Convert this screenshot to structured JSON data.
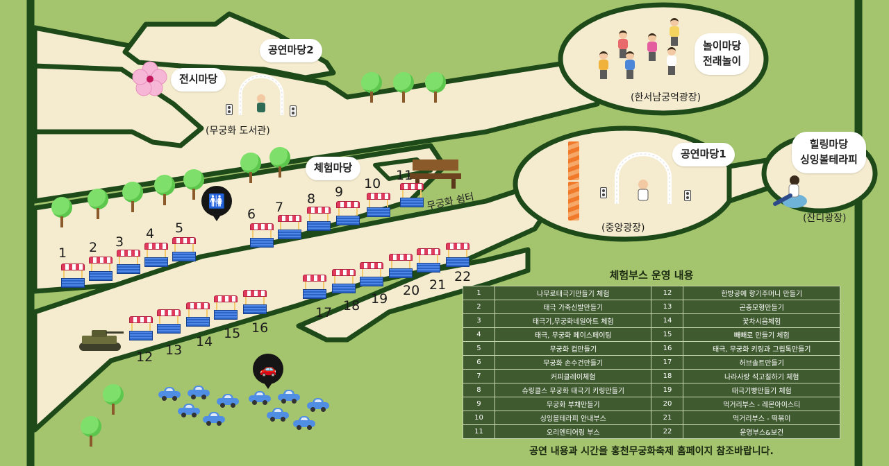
{
  "zones": {
    "exhibition": "전시마당",
    "stage2": "공연마당2",
    "library": "(무궁화 도서관)",
    "playground_line1": "놀이마당",
    "playground_line2": "전래놀이",
    "hanseo": "(한서남궁억광장)",
    "experience": "체험마당",
    "stage1": "공연마당1",
    "central": "(중앙광장)",
    "healing_line1": "힐링마당",
    "healing_line2": "싱잉볼테라피",
    "lawn": "(잔디광장)",
    "rest_area": "무궁화 쉼터"
  },
  "booth_numbers": [
    "1",
    "2",
    "3",
    "4",
    "5",
    "6",
    "7",
    "8",
    "9",
    "10",
    "11",
    "12",
    "13",
    "14",
    "15",
    "16",
    "17",
    "18",
    "19",
    "20",
    "21",
    "22"
  ],
  "table": {
    "title": "체험부스 운영 내용",
    "rows": [
      {
        "n1": "1",
        "name1": "나무로태극기만들기 체험",
        "n2": "12",
        "name2": "한방공예 향기주머니 만들기"
      },
      {
        "n1": "2",
        "name1": "태극 가죽신발만들기",
        "n2": "13",
        "name2": "곤충모형만들기"
      },
      {
        "n1": "3",
        "name1": "태극기,무궁화네일아트 체험",
        "n2": "14",
        "name2": "꽃차시음체험"
      },
      {
        "n1": "4",
        "name1": "태극, 무궁화 페이스페이팅",
        "n2": "15",
        "name2": "빼빼로 만들기 체험"
      },
      {
        "n1": "5",
        "name1": "무궁화 컵만들기",
        "n2": "16",
        "name2": "태극, 무궁화 키링과 그립톡만들기"
      },
      {
        "n1": "6",
        "name1": "무궁화 손수건만들기",
        "n2": "17",
        "name2": "허브솔트만들기"
      },
      {
        "n1": "7",
        "name1": "커피클레이체험",
        "n2": "18",
        "name2": "나라사랑 석고칠하기 체험"
      },
      {
        "n1": "8",
        "name1": "슈링클스 무궁화 태극기 키링만들기",
        "n2": "19",
        "name2": "태극기빵만들기 체험"
      },
      {
        "n1": "9",
        "name1": "무궁화 부채만들기",
        "n2": "20",
        "name2": "먹거리부스 - 레몬아이스티"
      },
      {
        "n1": "10",
        "name1": "싱잉볼테라피 안내부스",
        "n2": "21",
        "name2": "먹거리부스 - 떡볶이"
      },
      {
        "n1": "11",
        "name1": "오리엔티어링 부스",
        "n2": "22",
        "name2": "운영부스&보건"
      }
    ]
  },
  "note": "공연 내용과 시간을 홍천무궁화축제 홈페이지 참조바랍니다.",
  "icons": {
    "restroom": "restroom-icon",
    "parking": "car-icon"
  },
  "colors": {
    "grass": "#a4c46e",
    "path": "#f5eccf",
    "border": "#1e4a1a",
    "table_bg": "#3f5a2f",
    "booth_roof": "#e03a5d",
    "booth_base": "#2b63c4"
  }
}
